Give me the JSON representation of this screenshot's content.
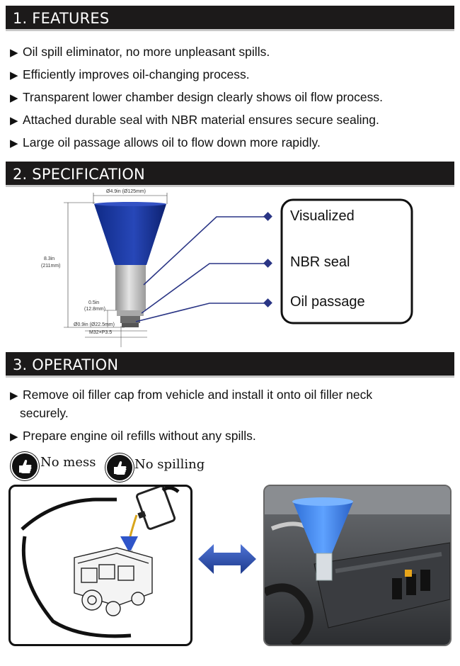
{
  "features": {
    "heading": "1. FEATURES",
    "items": [
      "Oil spill eliminator, no more unpleasant spills.",
      "Efficiently improves oil-changing process.",
      "Transparent lower chamber design clearly shows oil flow process.",
      "Attached durable seal with NBR material ensures secure sealing.",
      "Large oil passage allows oil to flow down more rapidly."
    ]
  },
  "specification": {
    "heading": "2. SPECIFICATION",
    "callouts": [
      "Visualized",
      "NBR seal",
      "Oil passage"
    ],
    "dimensions": {
      "top_width": "Ø4.9in (Ø125mm)",
      "height_in": "8.3in",
      "height_mm": "(211mm)",
      "seal_in": "0.5in",
      "seal_mm": "(12.8mm)",
      "bottom_dia": "Ø0.9in (Ø22.5mm)",
      "thread": "M32×P3.5"
    },
    "colors": {
      "funnel": "#1f3a9c",
      "chamber": "#b9b9b9",
      "callout_line": "#2a3585"
    }
  },
  "operation": {
    "heading": "3. OPERATION",
    "items": [
      {
        "line1": "Remove oil filler cap from vehicle and install it onto oil filler neck",
        "line2": "securely."
      },
      {
        "line1": "Prepare engine oil refills without any spills.",
        "line2": ""
      }
    ],
    "badges": [
      "No mess",
      "No spilling"
    ],
    "arrow_color": "#2f4fa8"
  }
}
